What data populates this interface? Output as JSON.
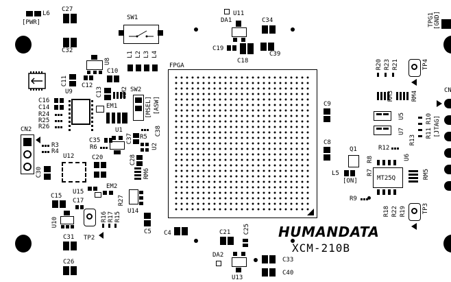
{
  "board": {
    "fpga_label": "FPGA",
    "logo": "HUMANDATA",
    "model": "XCM-210B",
    "mt25q_label": "MT25Q"
  },
  "labels": {
    "L6": "L6",
    "PWR": "[PWR]",
    "C27": "C27",
    "C32": "C32",
    "SW1": "SW1",
    "U11": "U11",
    "DA1": "DA1",
    "C34": "C34",
    "C19": "C19",
    "C18": "C18",
    "C39": "C39",
    "TPG1": "TPG1",
    "GND": "[GND]",
    "U8": "U8",
    "C10": "C10",
    "C11": "C11",
    "C12": "C12",
    "L1": "L1",
    "L2": "L2",
    "L3": "L3",
    "L4": "L4",
    "C16": "C16",
    "C14": "C14",
    "U9": "U9",
    "R24": "R24",
    "R25": "R25",
    "R26": "R26",
    "C13": "C13",
    "RM2": "RM2",
    "SW2": "SW2",
    "MSEL": "[MSEL]",
    "ASW": "[ASW]",
    "EM1": "EM1",
    "CN2": "CN2",
    "R3": "R3",
    "R4": "R4",
    "U1": "U1",
    "C35": "C35",
    "R6": "R6",
    "C37": "C37",
    "R5": "R5",
    "C38": "C38",
    "U2": "U2",
    "U12": "U12",
    "C20": "C20",
    "C28": "C28",
    "RM6": "RM6",
    "C30": "C30",
    "EM2": "EM2",
    "U15": "U15",
    "C15": "C15",
    "C17": "C17",
    "U10": "U10",
    "R16": "R16",
    "R17": "R17",
    "R15": "R15",
    "R27": "R27",
    "U14": "U14",
    "C5": "C5",
    "C31": "C31",
    "TP2": "TP2",
    "C26": "C26",
    "C4": "C4",
    "C21": "C21",
    "C25": "C25",
    "DA2": "DA2",
    "U13": "U13",
    "C33": "C33",
    "C40": "C40",
    "R20": "R20",
    "R23": "R23",
    "R21": "R21",
    "TP4": "TP4",
    "RM3": "RM3",
    "RM4": "RM4",
    "C9": "C9",
    "U5": "U5",
    "U7": "U7",
    "R10": "R10",
    "R11": "R11",
    "JTAG": "[JTAG]",
    "R13": "R13",
    "C8": "C8",
    "Q1": "Q1",
    "R12": "R12",
    "R8": "R8",
    "R7": "R7",
    "U6": "U6",
    "L5": "L5",
    "ON": "[ON]",
    "RM5": "RM5",
    "R9": "R9",
    "TP3": "TP3",
    "R18": "R18",
    "R22": "R22",
    "R19": "R19",
    "CN1": "CN"
  },
  "colors": {
    "ink": "#000000",
    "background": "#ffffff"
  }
}
